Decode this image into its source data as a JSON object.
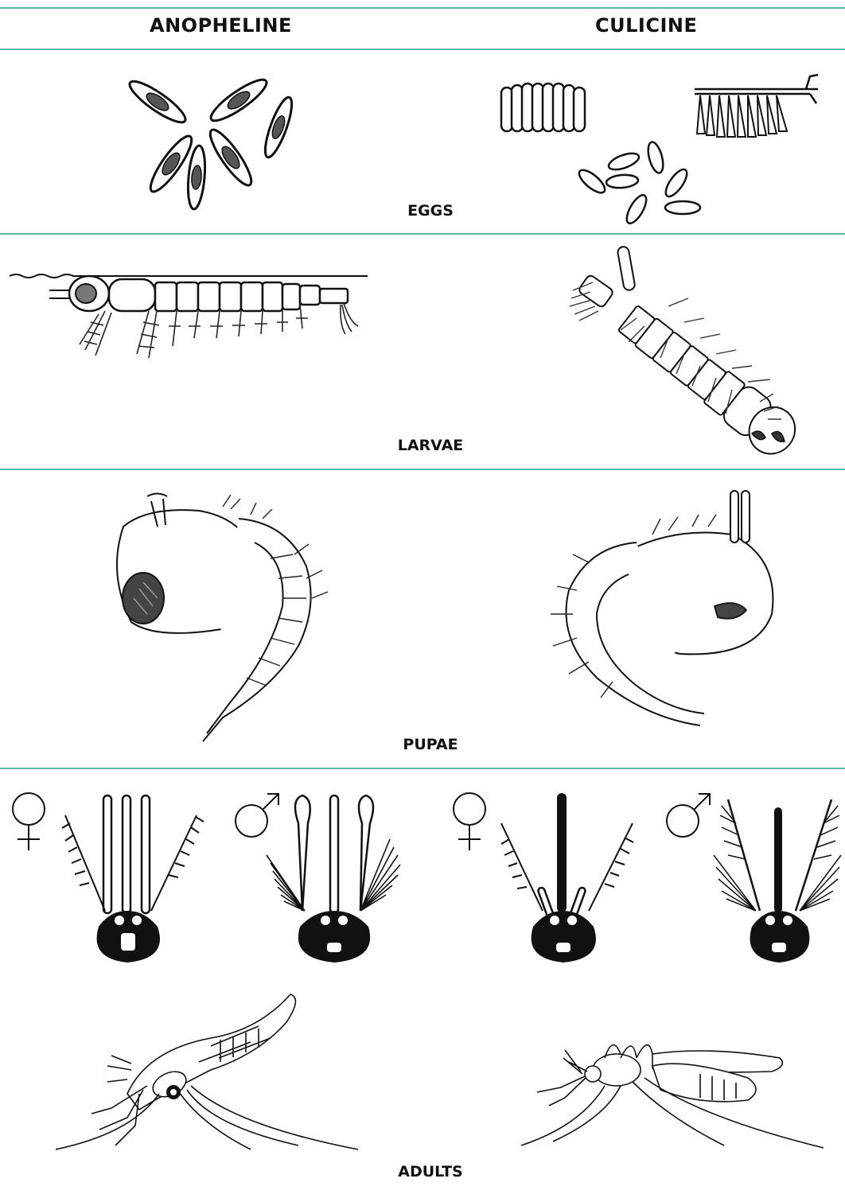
{
  "header": {
    "left": "ANOPHELINE",
    "right": "CULICINE"
  },
  "sections": {
    "eggs": "EGGS",
    "larvae": "LARVAE",
    "pupae": "PUPAE",
    "adults": "ADULTS"
  },
  "symbols": {
    "female": "♀",
    "male": "♂"
  },
  "colors": {
    "rule": "#5fb3ad",
    "ink": "#111111"
  }
}
